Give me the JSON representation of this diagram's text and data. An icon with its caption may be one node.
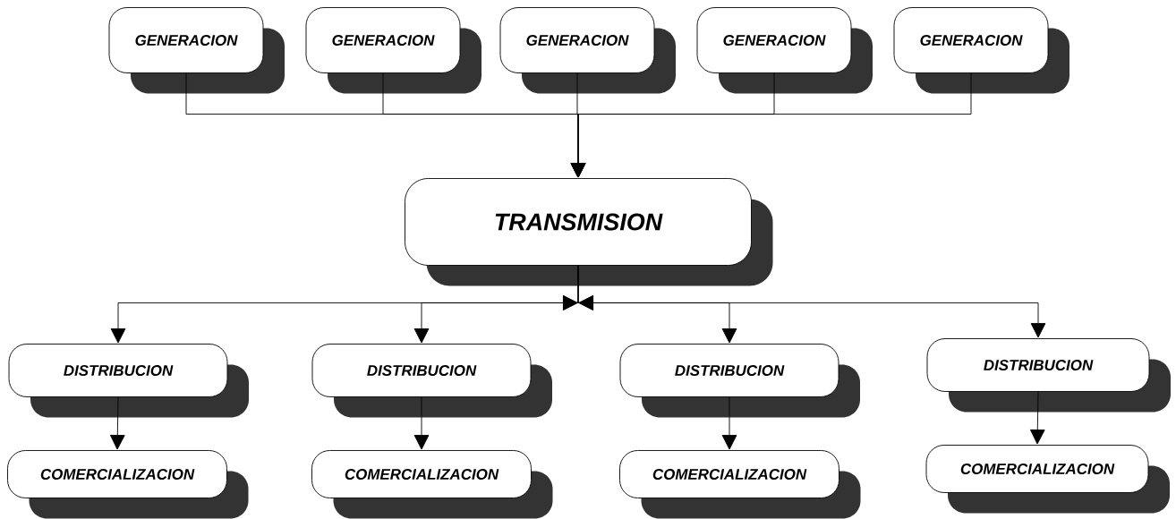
{
  "diagram": {
    "nodes": [
      {
        "text": [
          "GENERACION"
        ]
      },
      {
        "text": [
          "GENERACION"
        ]
      },
      {
        "text": [
          "GENERACION"
        ]
      },
      {
        "text": [
          "GENERACION"
        ]
      },
      {
        "text": [
          "GENERACION"
        ]
      },
      {
        "text": [
          "TRANSMISION"
        ]
      },
      {
        "text": [
          "DISTRIBUCION"
        ]
      },
      {
        "text": [
          "DISTRIBUCION"
        ]
      },
      {
        "text": [
          "DISTRIBUCION"
        ]
      },
      {
        "text": [
          "DISTRIBUCION"
        ]
      },
      {
        "text": [
          "COMERCIALIZACION"
        ]
      },
      {
        "text": [
          "COMERCIALIZACION"
        ]
      },
      {
        "text": [
          "COMERCIALIZACION"
        ]
      },
      {
        "text": [
          "COMERCIALIZACION"
        ]
      }
    ],
    "edges": [
      {
        "from": 0,
        "to": 5,
        "arrow": "to"
      },
      {
        "from": 1,
        "to": 5,
        "arrow": "to"
      },
      {
        "from": 2,
        "to": 5,
        "arrow": "to"
      },
      {
        "from": 3,
        "to": 5,
        "arrow": "to"
      },
      {
        "from": 4,
        "to": 5,
        "arrow": "to"
      },
      {
        "from": 5,
        "to": 6,
        "arrow": "to"
      },
      {
        "from": 5,
        "to": 7,
        "arrow": "to"
      },
      {
        "from": 5,
        "to": 8,
        "arrow": "to"
      },
      {
        "from": 5,
        "to": 9,
        "arrow": "to"
      },
      {
        "from": 6,
        "to": 10,
        "arrow": "to"
      },
      {
        "from": 7,
        "to": 11,
        "arrow": "to"
      },
      {
        "from": 8,
        "to": 12,
        "arrow": "to"
      },
      {
        "from": 9,
        "to": 13,
        "arrow": "to"
      }
    ]
  }
}
